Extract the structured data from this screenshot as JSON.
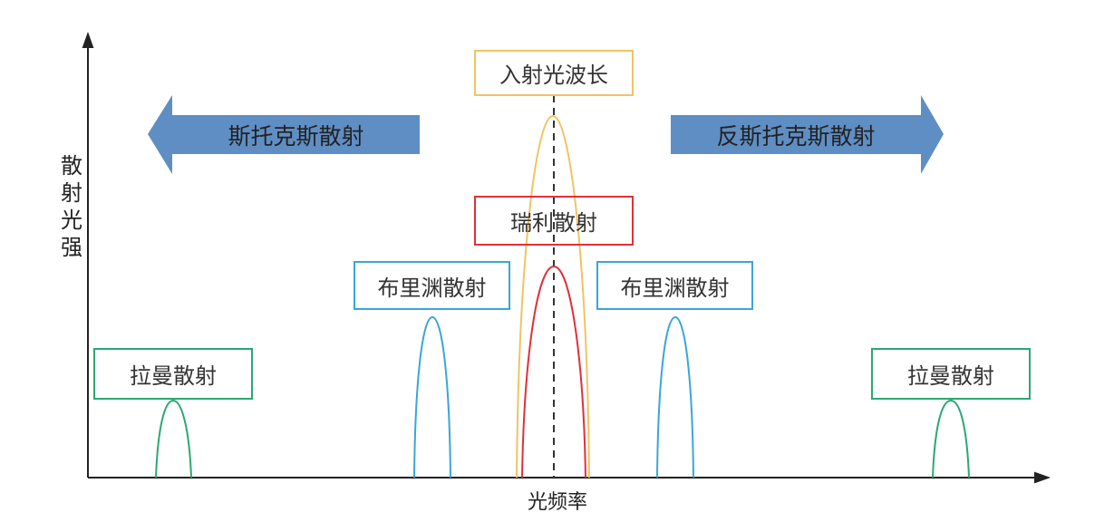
{
  "axes": {
    "y_label": "散射光强",
    "x_label": "光频率"
  },
  "arrows": {
    "left": "斯托克斯散射",
    "right": "反斯托克斯散射",
    "color": "#5f8ec4"
  },
  "labels": {
    "incident": "入射光波长",
    "rayleigh": "瑞利散射",
    "brillouin_left": "布里渊散射",
    "brillouin_right": "布里渊散射",
    "raman_left": "拉曼散射",
    "raman_right": "拉曼散射"
  },
  "colors": {
    "incident": "#f0c364",
    "rayleigh": "#e0303a",
    "brillouin": "#3aa6d6",
    "raman": "#2aa874"
  }
}
